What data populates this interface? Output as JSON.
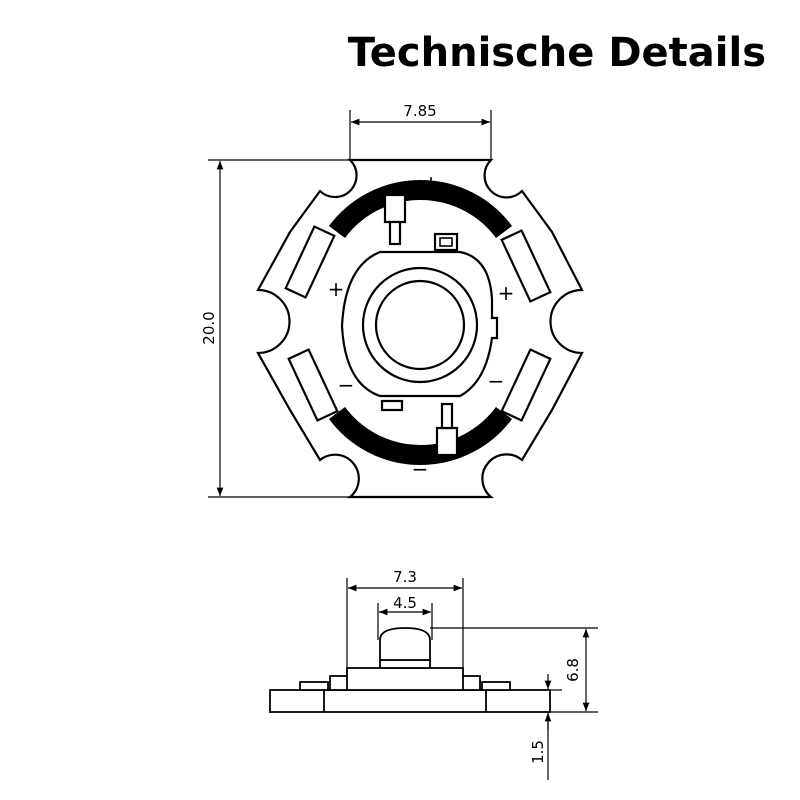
{
  "title": "Technische Details",
  "top_view": {
    "dim_width": "7.85",
    "dim_height": "20.0",
    "labels": {
      "top": "+",
      "upper_left": "+",
      "upper_right": "+",
      "lower_left": "−",
      "lower_right": "−",
      "bottom": "−"
    }
  },
  "side_view": {
    "dim_base": "7.3",
    "dim_lens": "4.5",
    "dim_total_height": "6.8",
    "dim_board_thickness": "1.5"
  },
  "colors": {
    "ink": "#000000",
    "background": "#ffffff"
  }
}
